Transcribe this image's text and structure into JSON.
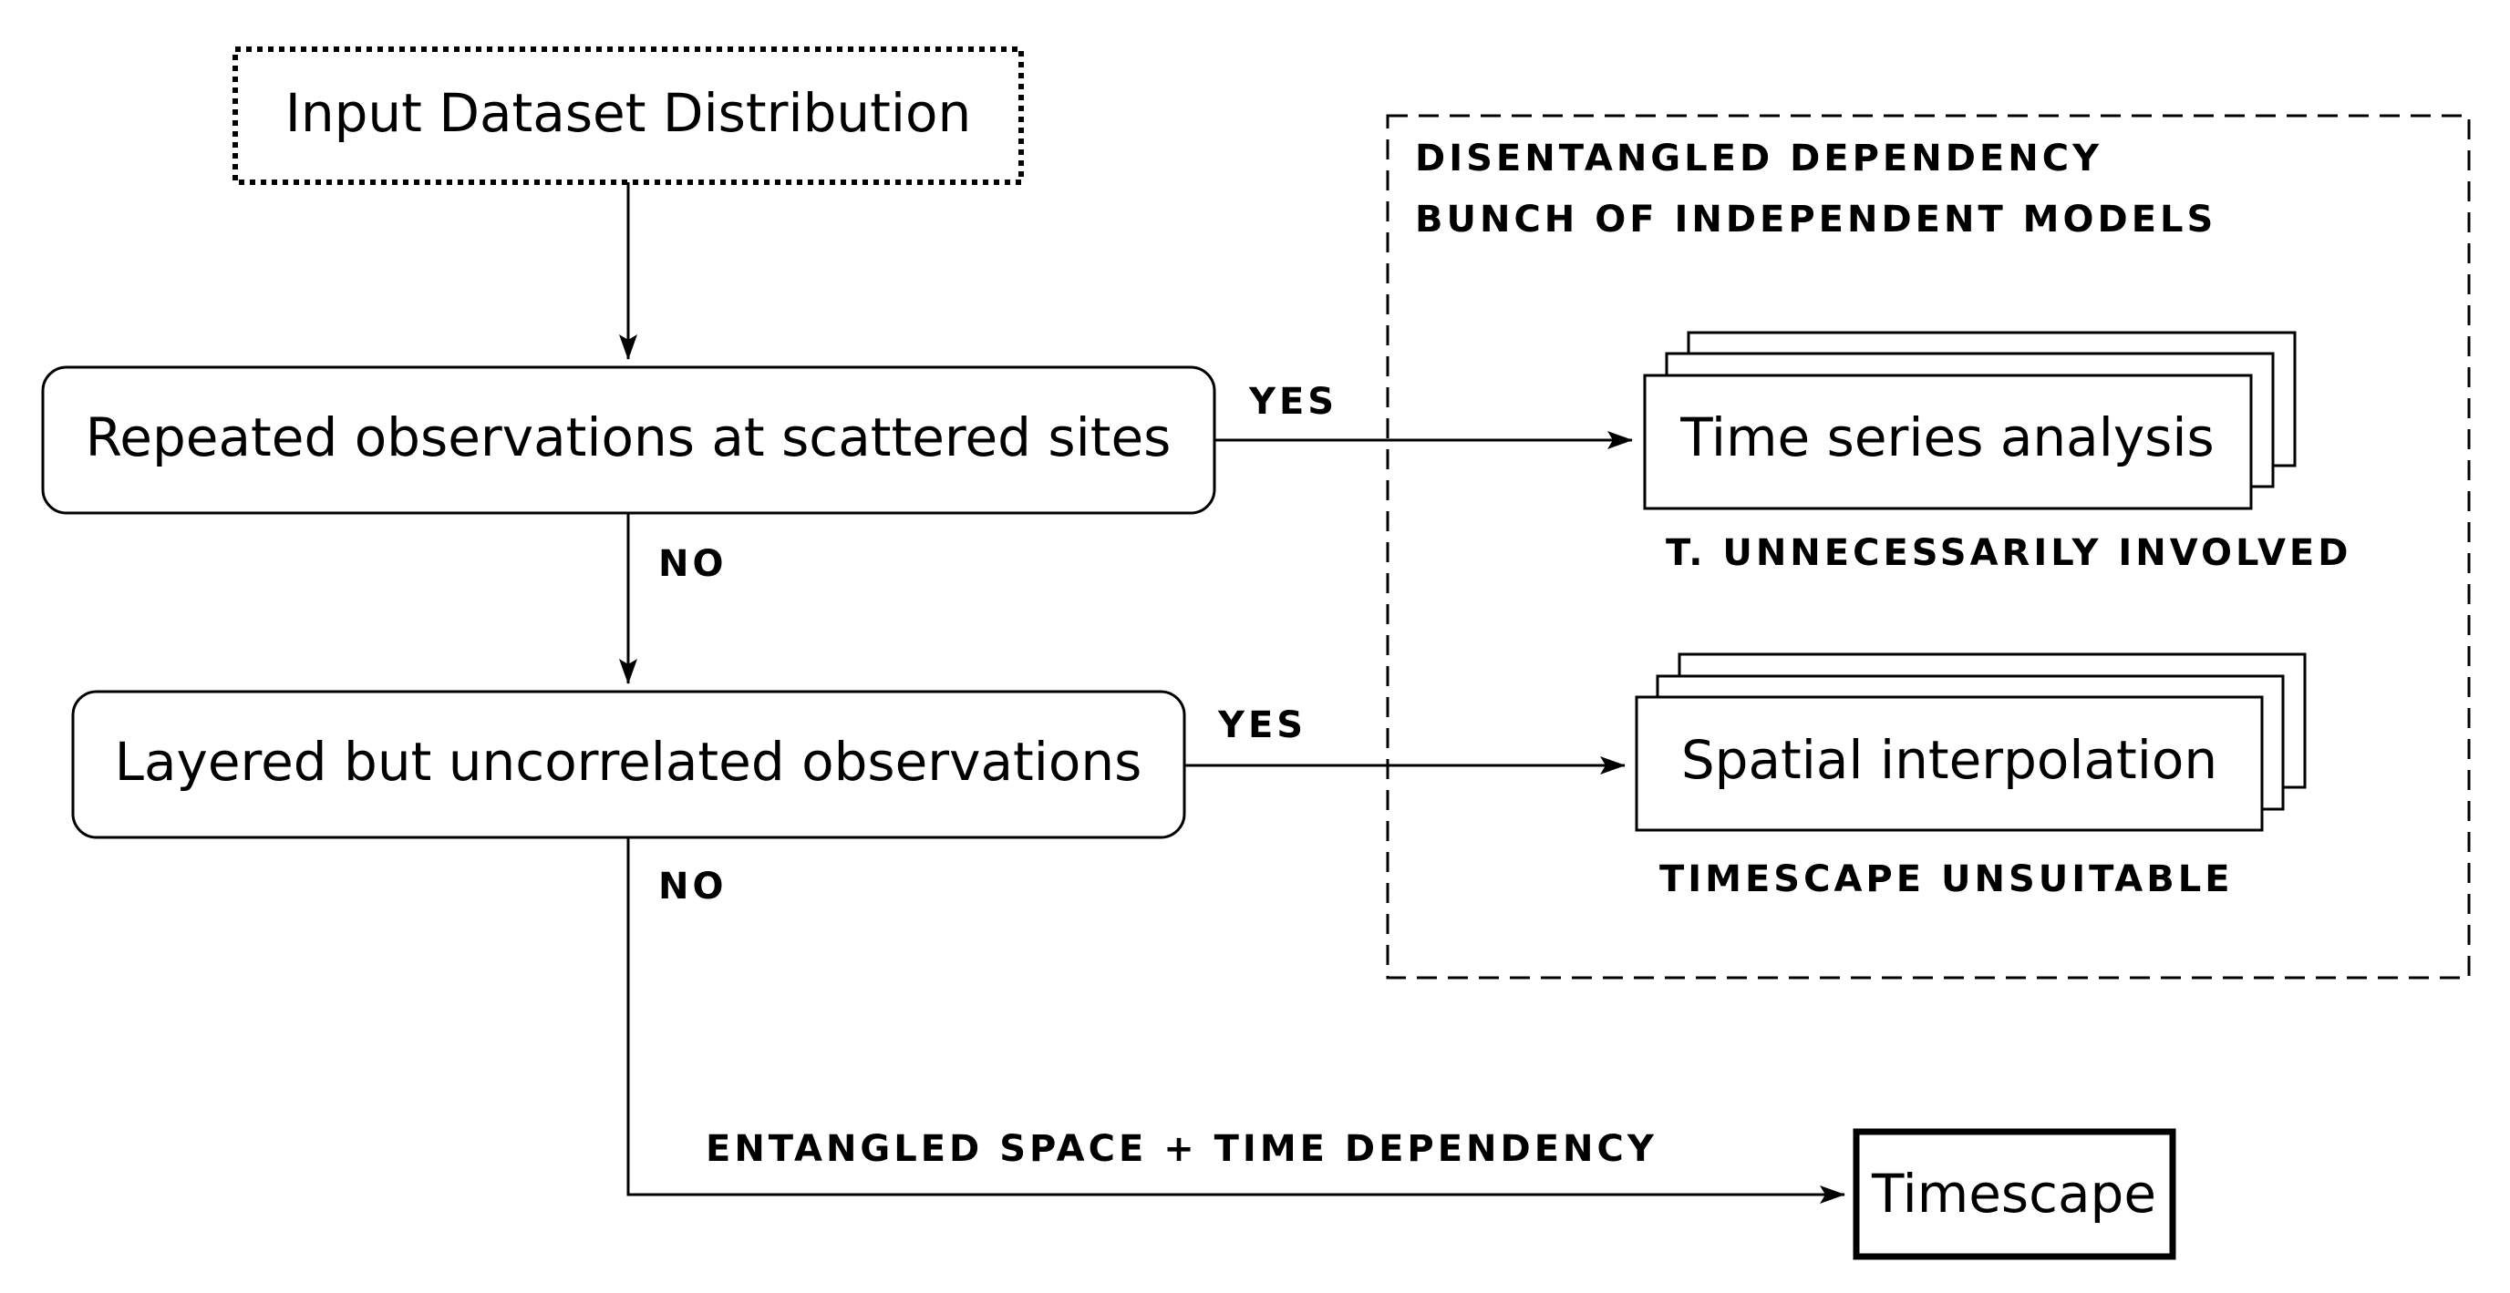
{
  "nodes": {
    "input": "Input Dataset Distribution",
    "repeated": "Repeated observations at scattered sites",
    "layered": "Layered but uncorrelated observations",
    "time_series": "Time series analysis",
    "spatial": "Spatial interpolation",
    "timescape": "Timescape"
  },
  "group": {
    "line1": "DISENTANGLED DEPENDENCY",
    "line2": "BUNCH OF INDEPENDENT MODELS"
  },
  "notes": {
    "time_series": "T. UNNECESSARILY INVOLVED",
    "spatial": "TIMESCAPE UNSUITABLE",
    "entangled": "ENTANGLED SPACE + TIME DEPENDENCY"
  },
  "edges": {
    "yes": "YES",
    "no": "NO"
  }
}
